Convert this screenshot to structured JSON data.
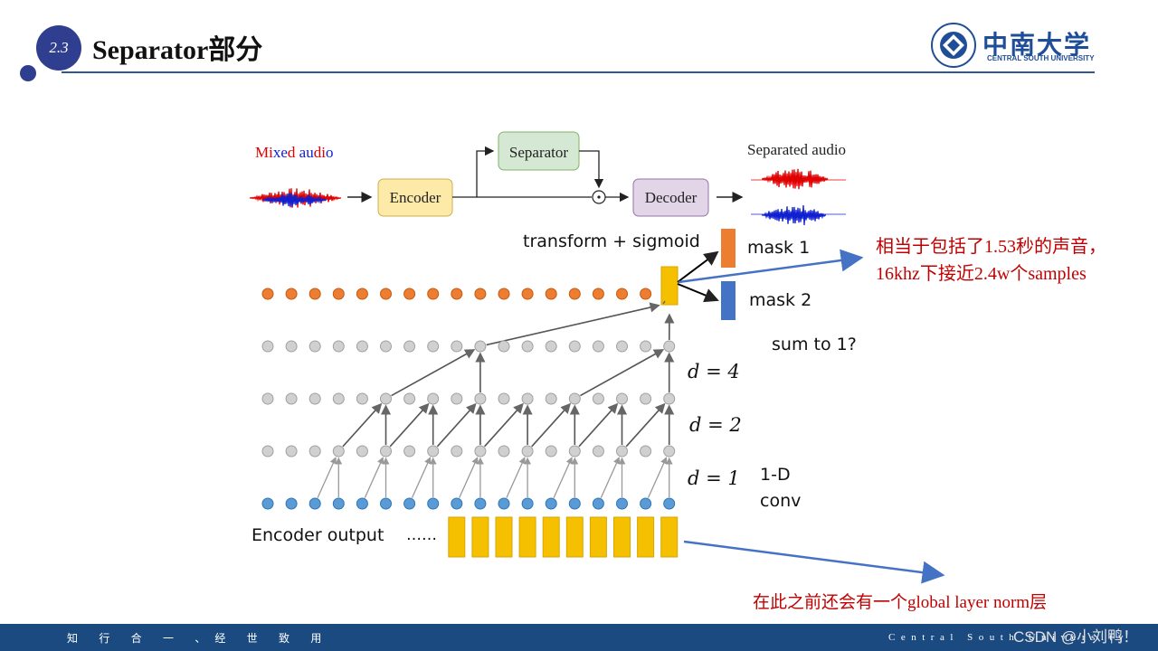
{
  "header": {
    "section_number": "2.3",
    "title": "Separator部分"
  },
  "logo": {
    "name_cn": "中南大学",
    "name_en": "CENTRAL SOUTH UNIVERSITY"
  },
  "pipeline": {
    "mixed_audio": "Mixed audio",
    "encoder": "Encoder",
    "separator": "Separator",
    "decoder": "Decoder",
    "separated_audio": "Separated audio",
    "colors": {
      "encoder_fill": "#fdeaa8",
      "separator_fill": "#d5e8d4",
      "decoder_fill": "#e1d5e7",
      "wave_red": "#e00000",
      "wave_blue": "#1020d0"
    }
  },
  "network": {
    "transform_label": "transform + sigmoid",
    "mask1": "mask 1",
    "mask2": "mask 2",
    "sum_note": "sum to 1?",
    "d4": "d = 4",
    "d2": "d = 2",
    "d1": "d = 1",
    "conv_line1": "1-D",
    "conv_line2": "conv",
    "encoder_output": "Encoder output",
    "ellipsis": "……",
    "colors": {
      "orange_node": "#ed7d31",
      "gray_node": "#d0d0d0",
      "blue_node": "#5b9bd5",
      "yellow_bar": "#f5c000",
      "mask1": "#ed7d31",
      "mask2": "#4472c4"
    }
  },
  "notes": {
    "samples_line1": "相当于包括了1.53秒的声音，",
    "samples_line2": "16khz下接近2.4w个samples",
    "layer_norm": "在此之前还会有一个global  layer norm层"
  },
  "footer": {
    "left": "知 行 合 一 、经 世 致 用",
    "right": "Central South University",
    "watermark": "CSDN @小刘鸭！"
  }
}
